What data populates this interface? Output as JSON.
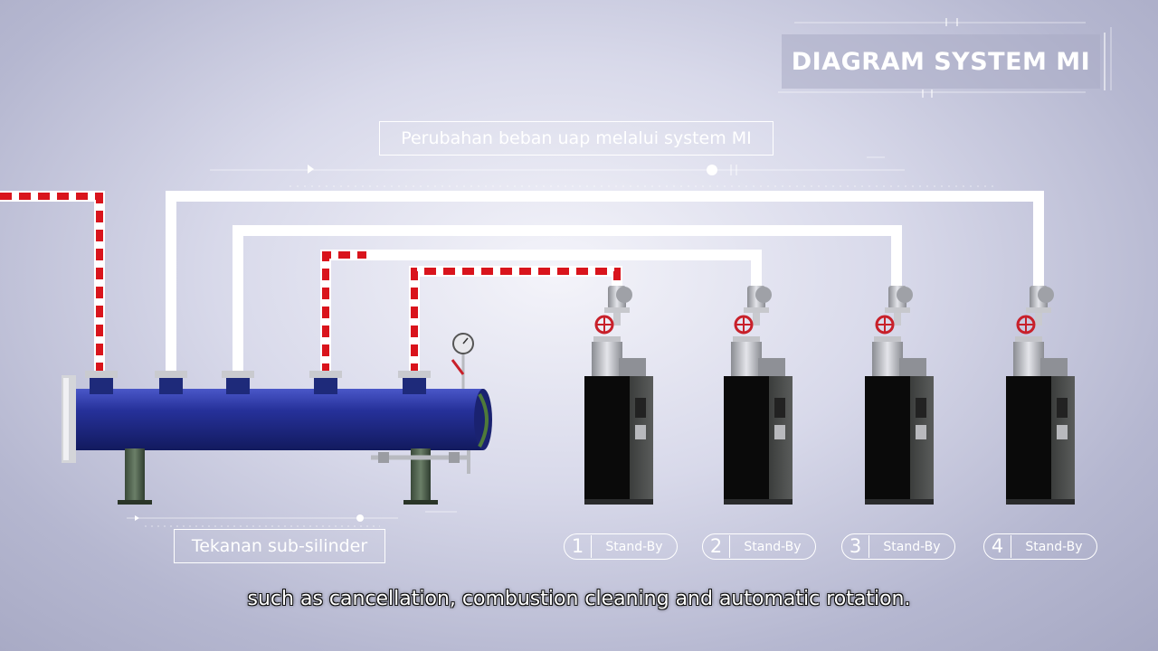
{
  "title": "DIAGRAM SYSTEM MI",
  "captions": {
    "top": "Perubahan beban uap melalui system MI",
    "bottom": "Tekanan sub-silinder"
  },
  "boilers": [
    {
      "number": "1",
      "status": "Stand-By"
    },
    {
      "number": "2",
      "status": "Stand-By"
    },
    {
      "number": "3",
      "status": "Stand-By"
    },
    {
      "number": "4",
      "status": "Stand-By"
    }
  ],
  "subtitle": "such as cancellation, combustion cleaning and automatic rotation.",
  "colors": {
    "steam_line": "#d9141c",
    "idle_line": "#ffffff",
    "header_body": "#1f2a8a",
    "boiler_body": "#0a0a0a"
  }
}
